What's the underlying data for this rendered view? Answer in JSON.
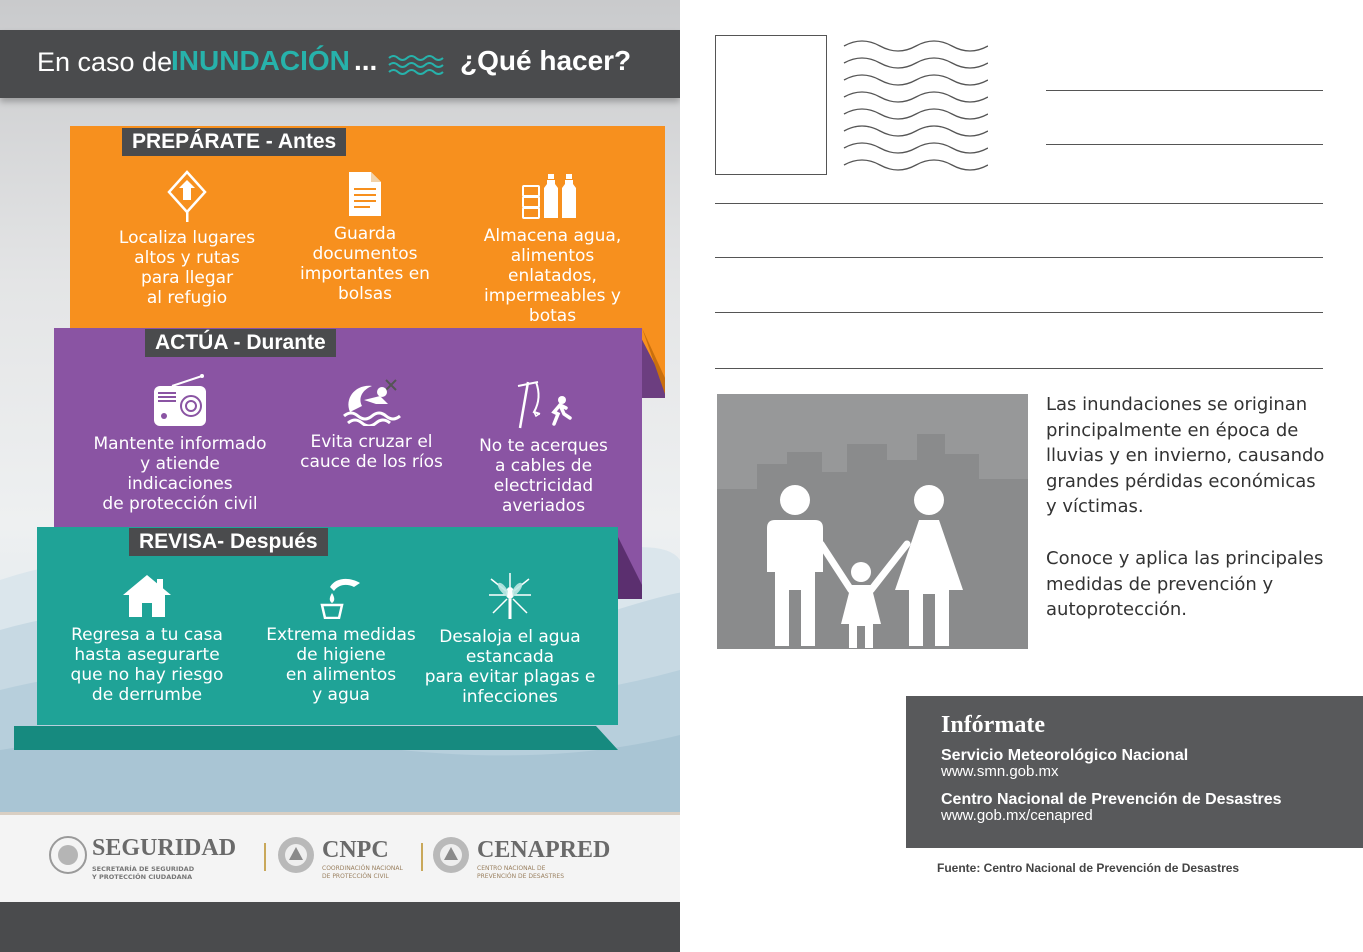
{
  "header": {
    "prefix": "En caso de",
    "highlight": "INUNDACIÓN",
    "ellipsis": "...",
    "question": "¿Qué hacer?"
  },
  "sections": {
    "before": {
      "title": "PREPÁRATE - Antes",
      "items": [
        {
          "icon": "shelter-sign-icon",
          "text": "Localiza lugares\naltos y rutas\npara llegar\nal refugio"
        },
        {
          "icon": "document-icon",
          "text": "Guarda\ndocumentos\nimportantes en\nbolsas"
        },
        {
          "icon": "supplies-icon",
          "text": "Almacena agua,\nalimentos\nenlatados,\nimpermeables y\nbotas"
        }
      ]
    },
    "during": {
      "title": "ACTÚA - Durante",
      "items": [
        {
          "icon": "radio-icon",
          "text": "Mantente informado\ny atiende\nindicaciones\nde protección civil"
        },
        {
          "icon": "swimmer-river-icon",
          "text": "Evita cruzar el\ncauce de los ríos"
        },
        {
          "icon": "power-line-icon",
          "text": "No te acerques\na cables de\nelectricidad\naveriados"
        }
      ]
    },
    "after": {
      "title": "REVISA- Después",
      "items": [
        {
          "icon": "house-icon",
          "text": "Regresa a tu casa\nhasta asegurarte\nque no hay riesgo\nde derrumbe"
        },
        {
          "icon": "water-drop-hygiene-icon",
          "text": "Extrema medidas\nde higiene\nen alimentos\ny agua"
        },
        {
          "icon": "mosquito-icon",
          "text": "Desaloja el agua\nestancada\npara evitar plagas e\ninfecciones"
        }
      ]
    }
  },
  "logos": {
    "seguridad": "SEGURIDAD",
    "seguridad_sub": "SECRETARÍA DE SEGURIDAD\nY PROTECCIÓN CIUDADANA",
    "cnpc": "CNPC",
    "cnpc_sub": "COORDINACIÓN NACIONAL\nDE PROTECCIÓN CIVIL",
    "cenapred": "CENAPRED",
    "cenapred_sub": "CENTRO NACIONAL DE\nPREVENCIÓN DE DESASTRES"
  },
  "description": {
    "p1": "Las inundaciones se originan\nprincipalmente en época de\nlluvias y en invierno, causando\ngrandes pérdidas económicas\ny víctimas.",
    "p2": "Conoce y aplica las principales\nmedidas de prevención y\nautoprotección."
  },
  "info": {
    "heading": "Infórmate",
    "org1": "Servicio Meteorológico Nacional",
    "url1": "www.smn.gob.mx",
    "org2": "Centro Nacional de Prevención de Desastres",
    "url2": "www.gob.mx/cenapred"
  },
  "source": "Fuente: Centro Nacional de Prevención de Desastres",
  "colors": {
    "orange": "#f7901e",
    "purple": "#8a54a3",
    "teal": "#1fa397",
    "dark_gray": "#4a4b4d",
    "accent_teal": "#27b2ab"
  }
}
